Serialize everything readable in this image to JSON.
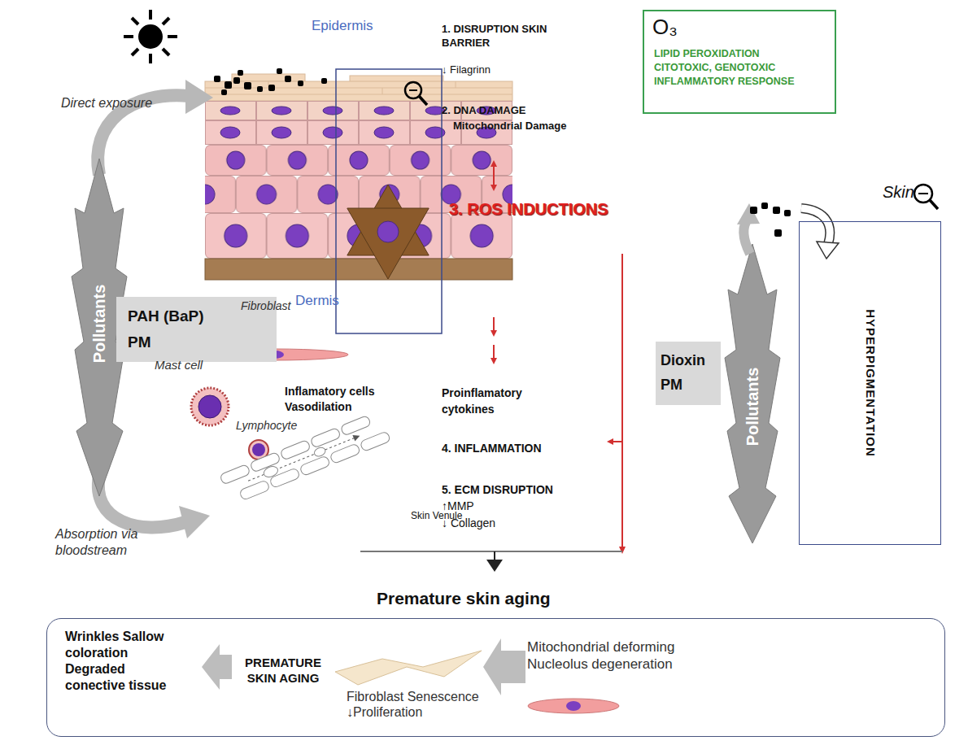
{
  "diagram": {
    "nodes": [
      {
        "text": [
          "O₃",
          "LIPID PEROXIDATION CITOTOXIC, GENOTOXIC INFLAMMATORY RESPONSE"
        ]
      },
      {
        "text": [
          "PAH (BaP) PM"
        ]
      },
      {
        "text": [
          "Dioxin PM"
        ]
      },
      {
        "text": [
          "HYPERPIGMENTATION"
        ]
      },
      {
        "text": [
          "Wrinkles Sallow coloration Degraded conective tissue",
          "PREMATURE SKIN AGING",
          "Fibroblast Senescence ↓Proliferation",
          "Mitochondrial deforming Nucleolus degeneration"
        ]
      }
    ],
    "labels": [
      "Epidermis",
      "1. DISRUPTION SKIN BARRIER",
      "↓ Filagrinn",
      "2. DNA DAMAGE",
      "Mitochondrial Damage",
      "3. ROS INDUCTIONS",
      "Dermis",
      "Direct exposure",
      "Pollutants",
      "Fibroblast",
      "Mast cell",
      "Inflamatory cells Vasodilation",
      "Lymphocyte",
      "Skin Venule",
      "Absorption via bloodstream",
      "Proinflamatory cytokines",
      "4. INFLAMMATION",
      "5. ECM DISRUPTION",
      "↑MMP",
      "↓ Collagen",
      "Premature skin aging",
      "Skin",
      "Pollutants"
    ]
  }
}
